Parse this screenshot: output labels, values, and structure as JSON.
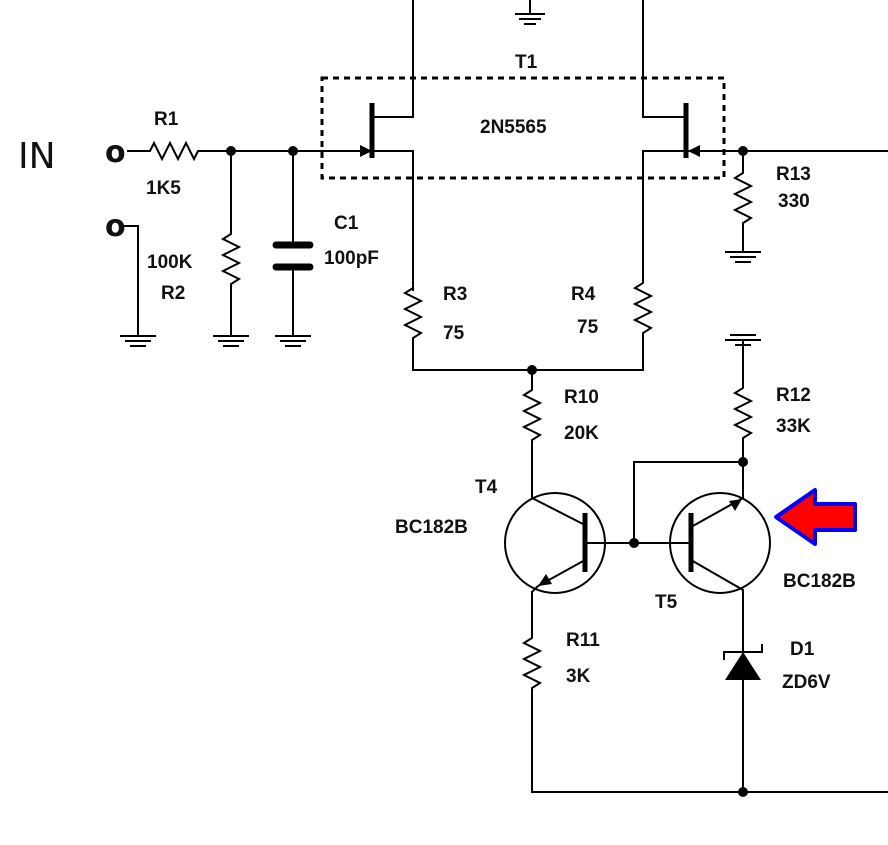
{
  "input_label": "IN",
  "terminals": {
    "in_hot": "o",
    "in_gnd": "o"
  },
  "components": {
    "t1": {
      "name": "T1",
      "part": "2N5565"
    },
    "r1": {
      "name": "R1",
      "value": "1K5"
    },
    "r2": {
      "name": "R2",
      "value": "100K"
    },
    "c1": {
      "name": "C1",
      "value": "100pF"
    },
    "r3": {
      "name": "R3",
      "value": "75"
    },
    "r4": {
      "name": "R4",
      "value": "75"
    },
    "r13": {
      "name": "R13",
      "value": "330"
    },
    "r10": {
      "name": "R10",
      "value": "20K"
    },
    "r12": {
      "name": "R12",
      "value": "33K"
    },
    "t4": {
      "name": "T4",
      "part": "BC182B"
    },
    "t5": {
      "name": "T5",
      "part": "BC182B"
    },
    "r11": {
      "name": "R11",
      "value": "3K"
    },
    "d1": {
      "name": "D1",
      "value": "ZD6V"
    }
  },
  "colors": {
    "arrow_fill": "#ff0000",
    "arrow_stroke": "#0000ff"
  },
  "arrow_icon": "arrow-left-icon"
}
